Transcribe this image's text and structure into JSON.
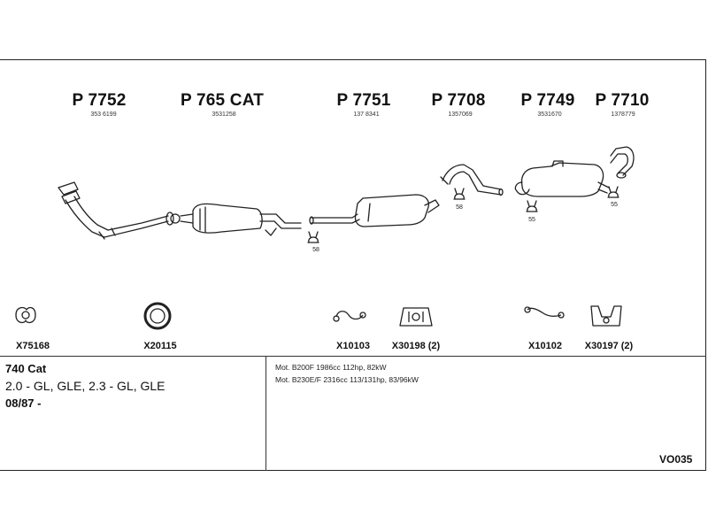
{
  "parts": [
    {
      "code": "P 7752",
      "ref": "353 6199"
    },
    {
      "code": "P 765 CAT",
      "ref": "3531258"
    },
    {
      "code": "P 7751",
      "ref": "137 8341"
    },
    {
      "code": "P 7708",
      "ref": "1357069"
    },
    {
      "code": "P 7749",
      "ref": "3531670"
    },
    {
      "code": "P 7710",
      "ref": "1378779"
    }
  ],
  "clamp_labels": [
    "58",
    "58",
    "55",
    "55"
  ],
  "accessories": [
    {
      "code": "X75168",
      "icon": "gasket-icon"
    },
    {
      "code": "X20115",
      "icon": "ring-gasket-icon"
    },
    {
      "code": "X10103",
      "icon": "wire-hanger-icon"
    },
    {
      "code": "X30198 (2)",
      "icon": "rubber-mount-icon"
    },
    {
      "code": "X10102",
      "icon": "wire-hanger-icon"
    },
    {
      "code": "X30197 (2)",
      "icon": "rubber-mount-icon"
    }
  ],
  "vehicle": {
    "model": "740 Cat",
    "variants": "2.0 - GL, GLE, 2.3 - GL, GLE",
    "date": "08/87 -"
  },
  "engines": [
    "Mot. B200F 1986cc 112hp, 82kW",
    "Mot. B230E/F 2316cc 113/131hp, 83/96kW"
  ],
  "diagram_code": "VO035"
}
